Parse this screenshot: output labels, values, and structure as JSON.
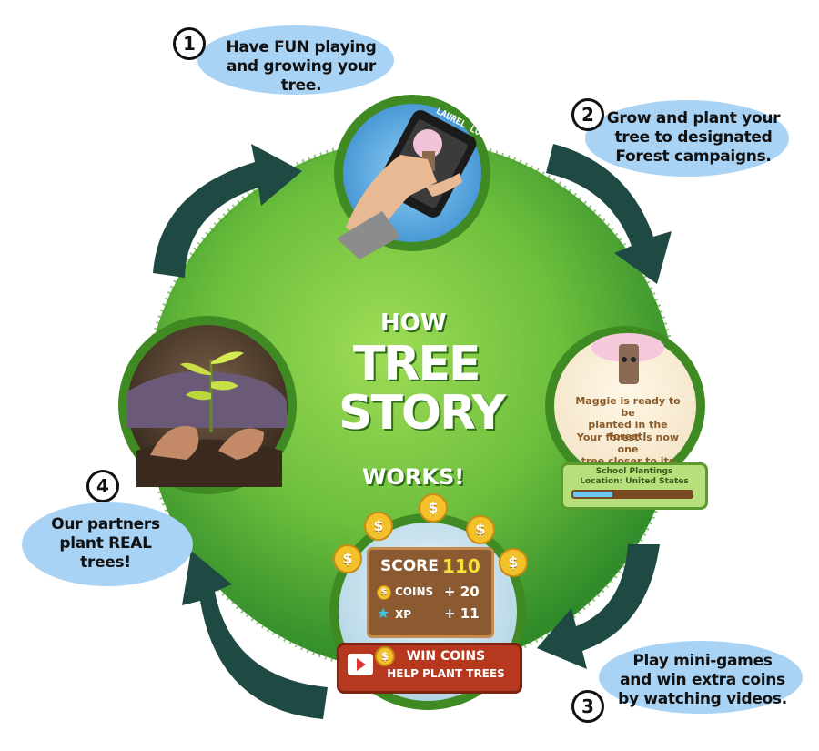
{
  "title": {
    "line1": "HOW",
    "line2": "TREE",
    "line3": "STORY",
    "line4": "WORKS!"
  },
  "steps": [
    {
      "number": "1",
      "lines": [
        "Have FUN playing",
        "and growing your tree."
      ]
    },
    {
      "number": "2",
      "lines": [
        "Grow and plant your",
        "tree to designated",
        "Forest campaigns."
      ]
    },
    {
      "number": "3",
      "lines": [
        "Play mini-games",
        "and win extra coins",
        "by watching videos."
      ]
    },
    {
      "number": "4",
      "lines": [
        "Our partners",
        "plant REAL",
        "trees!"
      ]
    }
  ],
  "phone_screen": {
    "label": "LAUREL LOO"
  },
  "planting_card": {
    "message1": [
      "Maggie is ready to be",
      "planted in the forest!"
    ],
    "message2": [
      "Your forest is now one",
      "tree closer to its goal!"
    ],
    "campaign": "School Plantings",
    "location": "Location: United States",
    "progress": 0.33
  },
  "score_board": {
    "score_label": "SCORE",
    "score_value": "110",
    "coins_label": "COINS",
    "coins_value": "+ 20",
    "xp_label": "XP",
    "xp_value": "+ 11"
  },
  "win_button": {
    "line1": "WIN COINS",
    "line2": "HELP PLANT TREES"
  },
  "coin_symbol": "$",
  "colors": {
    "bubble": "#a9d3f5",
    "globe_light": "#8ed34a",
    "globe_dark": "#2f8a2a",
    "arrow": "#1f4a43",
    "ring": "#3f8a22"
  }
}
